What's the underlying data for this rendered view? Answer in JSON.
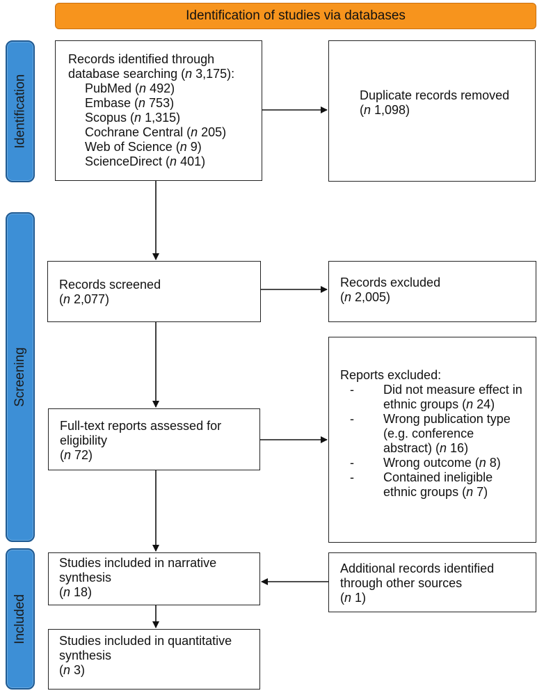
{
  "banner": "Identification of studies via databases",
  "stages": {
    "identification": "Identification",
    "screening": "Screening",
    "included": "Included"
  },
  "identified": {
    "line1": "Records identified through",
    "line2_pre": "database searching (",
    "n": "n",
    "line2_val": " 3,175):",
    "sources": [
      {
        "name": "PubMed (",
        "val": " 492)"
      },
      {
        "name": "Embase (",
        "val": " 753)"
      },
      {
        "name": "Scopus (",
        "val": " 1,315)"
      },
      {
        "name": "Cochrane Central (",
        "val": " 205)"
      },
      {
        "name": "Web of Science (",
        "val": " 9)"
      },
      {
        "name": "ScienceDirect (",
        "val": " 401)"
      }
    ]
  },
  "duplicates": {
    "line1": "Duplicate records removed",
    "val": " 1,098)"
  },
  "screened": {
    "line1": "Records screened",
    "val": " 2,077)"
  },
  "excluded": {
    "line1": "Records excluded",
    "val": " 2,005)"
  },
  "fulltext": {
    "line1": "Full-text reports assessed for",
    "line2": "eligibility",
    "val": " 72)"
  },
  "reports_excluded": {
    "title": "Reports excluded:",
    "dash": "-",
    "items": [
      {
        "l1": "Did not measure effect in",
        "l2_pre": "ethnic groups (",
        "val": " 24)"
      },
      {
        "l1": "Wrong publication type",
        "l1b": "(e.g. conference",
        "l2_pre": "abstract) (",
        "val": " 16)"
      },
      {
        "l1": "",
        "l2_pre": "Wrong outcome (",
        "val": " 8)"
      },
      {
        "l1": "Contained ineligible",
        "l2_pre": "ethnic groups (",
        "val": " 7)"
      }
    ]
  },
  "narrative": {
    "line1": "Studies included in narrative",
    "line2": "synthesis",
    "val": " 18)"
  },
  "additional": {
    "line1": "Additional records identified",
    "line2": "through other sources",
    "val": " 1)"
  },
  "quantitative": {
    "line1": "Studies included in quantitative",
    "line2": "synthesis",
    "val": " 3)"
  }
}
